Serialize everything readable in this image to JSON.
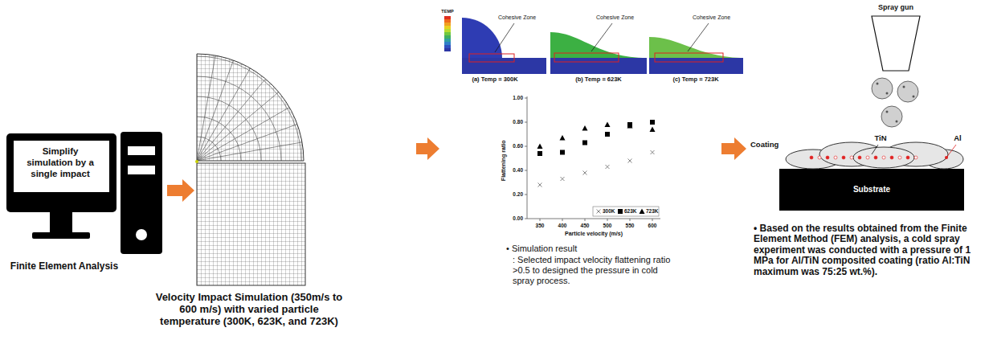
{
  "diagram": {
    "nodes": [
      {
        "text": [
          "Simplify simulation by a single impact",
          "Finite Element Analysis"
        ]
      },
      {
        "text": [
          "Velocity Impact Simulation (350m/s to 600 m/s) with varied particle temperature (300K, 623K, and 723K)"
        ]
      },
      {
        "text": [
          "• Simulation result",
          ": Selected impact velocity flattening ratio >0.5 to designed the pressure in cold spray process."
        ]
      },
      {
        "text": [
          "• Based on the results obtained from the Finite Element Method (FEM) analysis, a cold spray experiment was conducted with a pressure of 1 MPa for Al/TiN composited coating (ratio Al:TiN maximum was 75:25 wt.%)."
        ]
      }
    ],
    "edges": [
      {
        "from": 0,
        "to": 1,
        "arrow": "to"
      },
      {
        "from": 1,
        "to": 2,
        "arrow": "to"
      },
      {
        "from": 2,
        "to": 3,
        "arrow": "to"
      }
    ],
    "labels": [
      "TEMP",
      "Cohesive Zone",
      "Cohesive Zone",
      "Cohesive Zone",
      "(a) Temp = 300K",
      "(b) Temp = 623K",
      "(c) Temp = 723K",
      "1.00",
      "0.80",
      "0.60",
      "0.40",
      "0.20",
      "0.00",
      "Flattening ratio",
      "350",
      "400",
      "450",
      "500",
      "550",
      "600",
      "Particle velocity (m/s)",
      "Spray gun",
      "Coating",
      "TiN",
      "Al",
      "Substrate"
    ],
    "legend": [
      {
        "text": "300K"
      },
      {
        "text": "623K"
      },
      {
        "text": "723K"
      }
    ]
  }
}
